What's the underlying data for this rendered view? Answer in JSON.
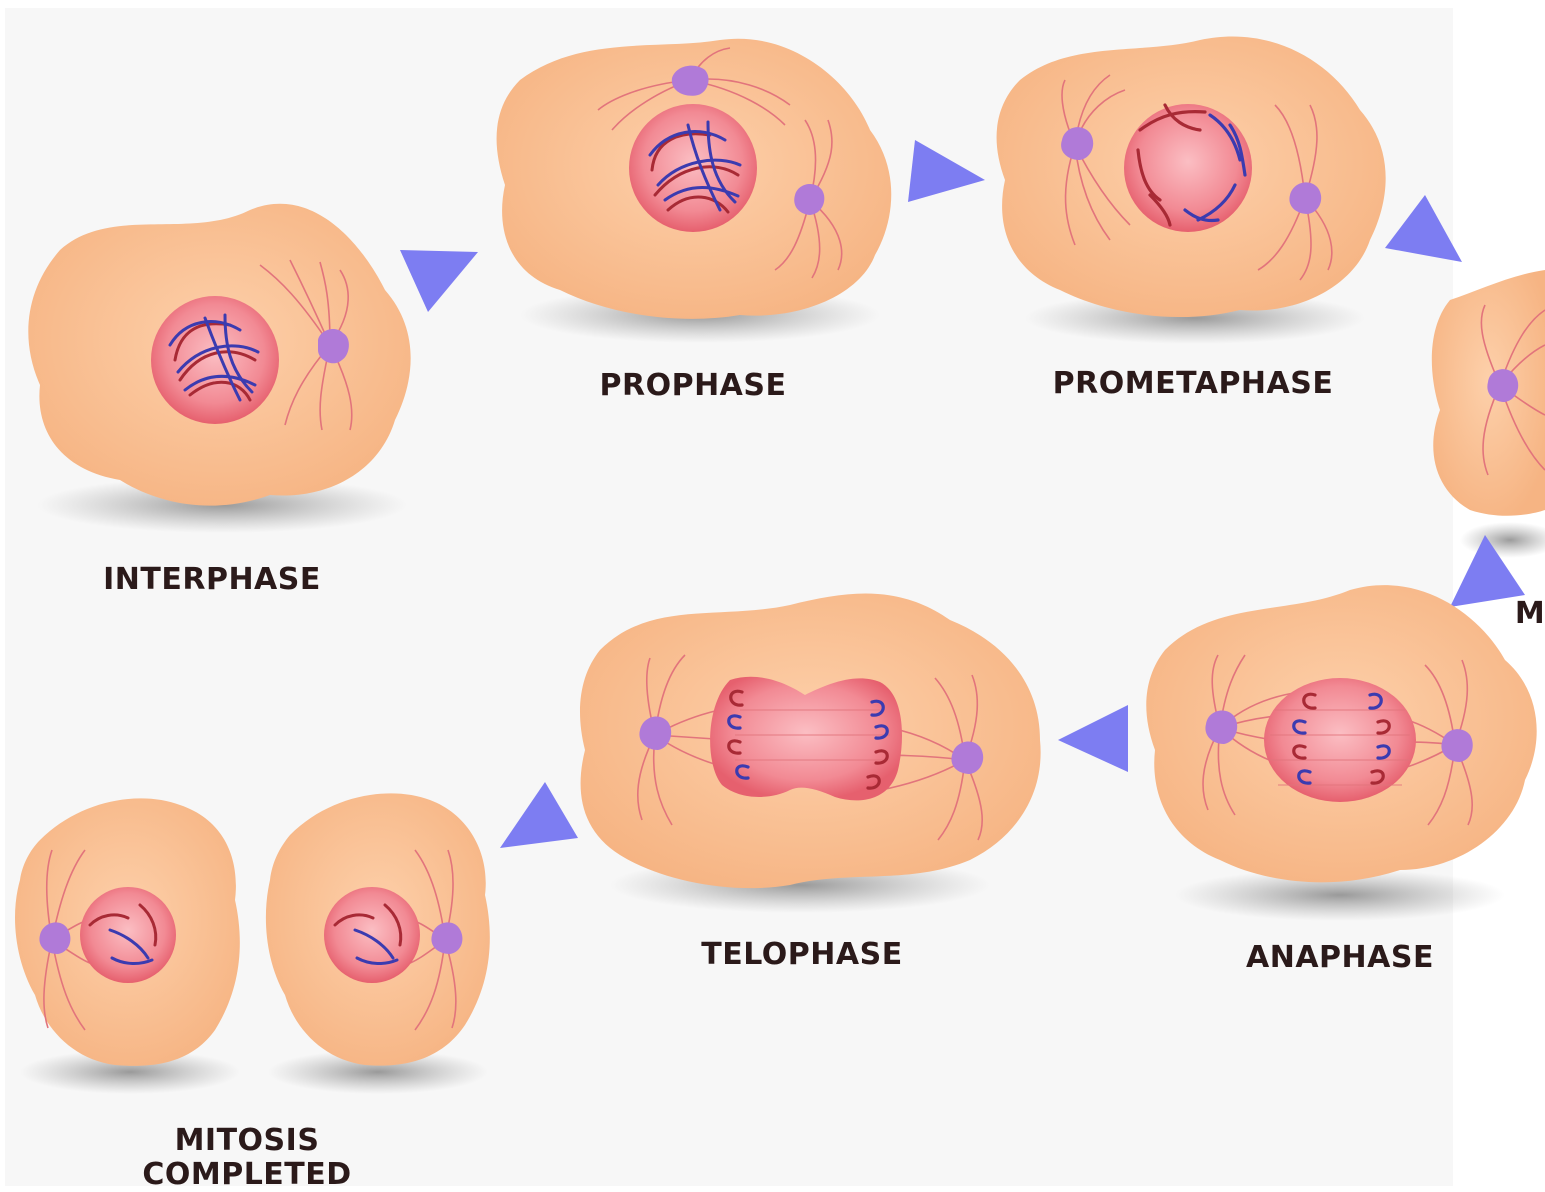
{
  "stages": {
    "interphase": "INTERPHASE",
    "prophase": "PROPHASE",
    "prometaphase": "PROMETAPHASE",
    "metaphase_partial": "M",
    "anaphase": "ANAPHASE",
    "telophase": "TELOPHASE",
    "completed_line1": "MITOSIS",
    "completed_line2": "COMPLETED"
  },
  "colors": {
    "background": "#f7f7f7",
    "cytoplasm": "#fbc49a",
    "cytoplasm_edge": "#f3ad7f",
    "nucleus": "#f07a86",
    "nucleus_light": "#f9b1b7",
    "chromosome_blue": "#3b3bb0",
    "chromosome_red": "#a82a35",
    "centrosome": "#b07ad8",
    "spindle": "#e2747c",
    "arrow": "#7d7df2",
    "shadow": "#9a9a9a"
  }
}
